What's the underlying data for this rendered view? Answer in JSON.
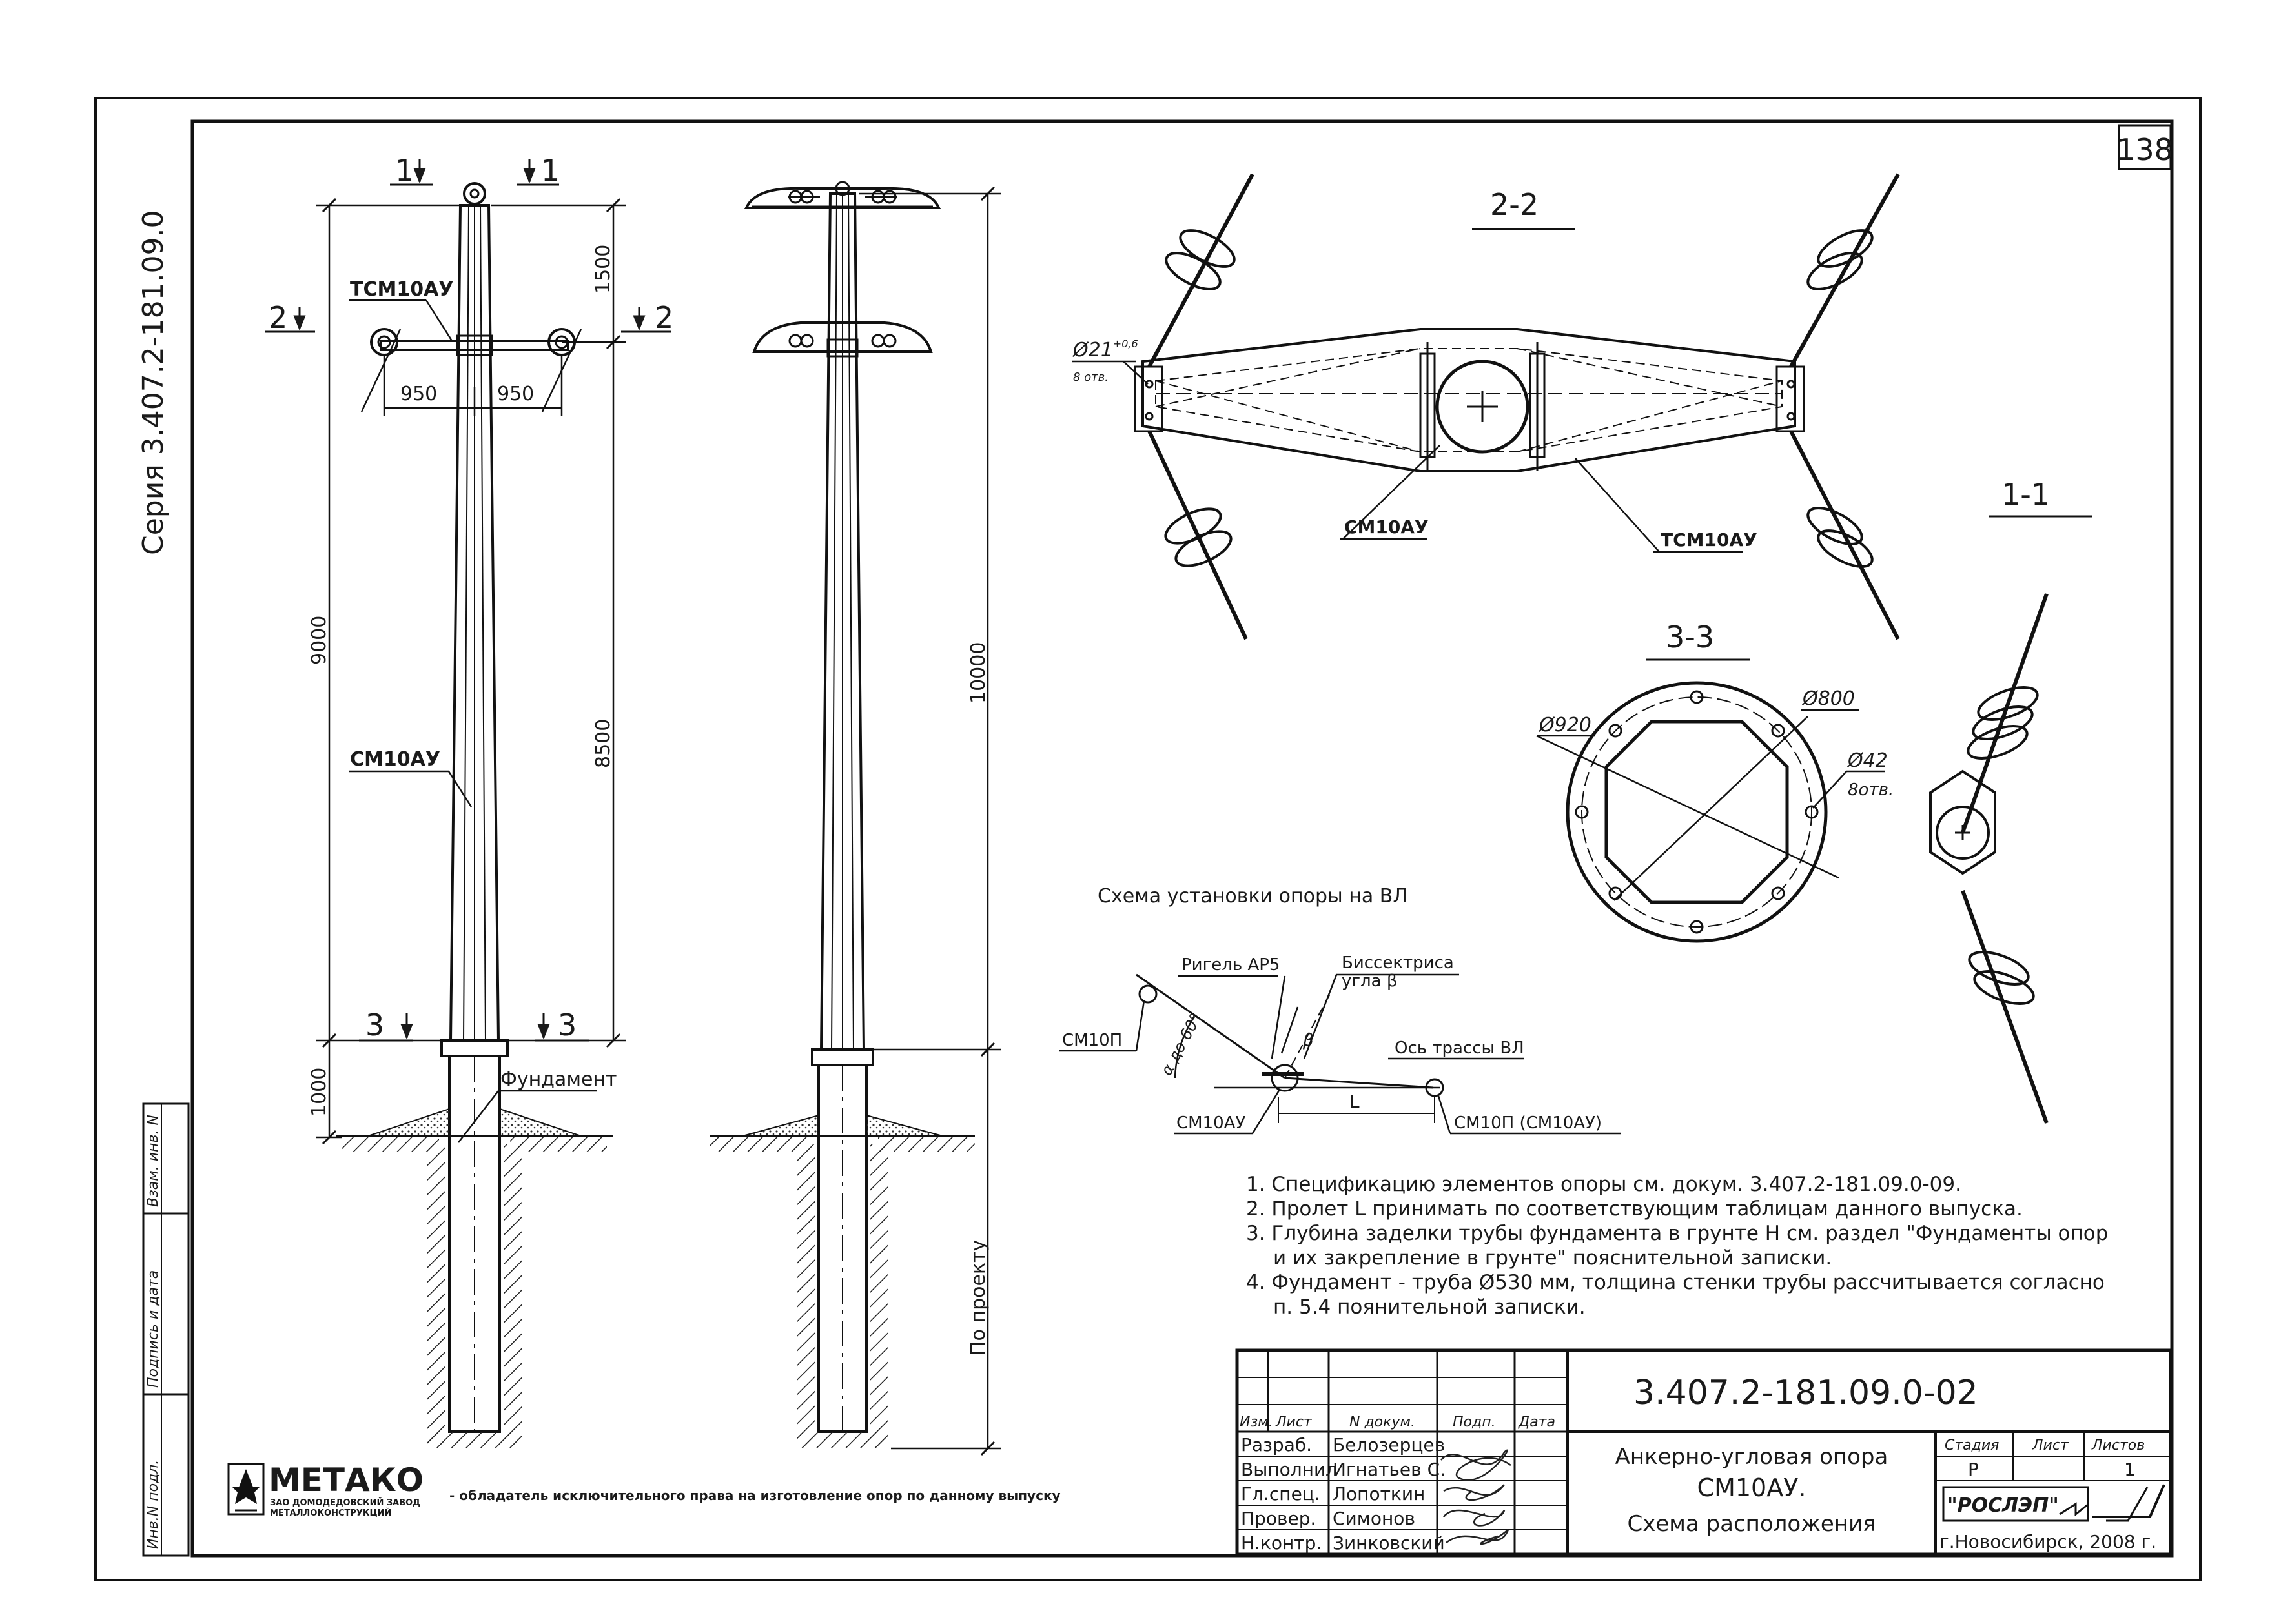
{
  "sheet": {
    "series": "Серия 3.407.2-181.09.0",
    "page_number": "138",
    "side_labels": [
      "Инв.N подл.",
      "Подпись и дата",
      "Взам. инв. N"
    ]
  },
  "views": {
    "section_1": "1",
    "section_2": "2",
    "section_3": "3",
    "traverse_label": "ТСМ10АУ",
    "pole_label": "СМ10АУ",
    "foundation_label": "Фундамент",
    "dim_950": "950",
    "dim_1500": "1500",
    "dim_9000": "9000",
    "dim_8500": "8500",
    "dim_1000": "1000",
    "dim_10000": "10000",
    "by_project": "По проекту",
    "title_22": "2-2",
    "title_11": "1-1",
    "title_33": "3-3",
    "hole_dia": "Ø21",
    "hole_tol": "+0,6",
    "hole_count": "8 отв.",
    "d920": "Ø920",
    "d800": "Ø800",
    "d42": "Ø42",
    "d42_count": "8отв."
  },
  "scheme": {
    "title": "Схема установки опоры на ВЛ",
    "rigel": "Ригель АР5",
    "bisector": "Биссектриса",
    "bisector2": "угла β",
    "axis": "Ось трассы ВЛ",
    "sm10p": "СМ10П",
    "sm10au": "СМ10АУ",
    "sm10p_au": "СМ10П (СМ10АУ)",
    "angle": "α до 60°",
    "beta": "β",
    "span": "L"
  },
  "notes": [
    "1. Спецификацию элементов опоры см. докум.   3.407.2-181.09.0-09.",
    "2. Пролет L принимать по соответствующим таблицам данного выпуска.",
    "3. Глубина заделки трубы фундамента в грунте H см. раздел \"Фундаменты опор",
    "и их закрепление в грунте\" пояснительной записки.",
    "4. Фундамент - труба Ø530 мм, толщина стенки трубы рассчитывается согласно",
    "п. 5.4 поянительной записки."
  ],
  "logo": {
    "name": "МЕТАКО",
    "sub1": "ЗАО ДОМОДЕДОВСКИЙ ЗАВОД",
    "sub2": "МЕТАЛЛОКОНСТРУКЦИЙ",
    "tagline": "- обладатель исключительного права на изготовление опор по данному выпуску"
  },
  "title_block": {
    "doc_code": "3.407.2-181.09.0-02",
    "header": [
      "Изм.",
      "Лист",
      "N докум.",
      "Подп.",
      "Дата"
    ],
    "rows": [
      {
        "role": "Разраб.",
        "name": "Белозерцев"
      },
      {
        "role": "Выполнил",
        "name": "Игнатьев С."
      },
      {
        "role": "Гл.спец.",
        "name": "Лопоткин"
      },
      {
        "role": "Провер.",
        "name": "Симонов"
      },
      {
        "role": "Н.контр.",
        "name": "Зинковский"
      }
    ],
    "title1": "Анкерно-угловая опора",
    "title2": "СМ10АУ.",
    "title3": "Схема расположения",
    "stage_label": "Стадия",
    "sheet_label": "Лист",
    "sheets_label": "Листов",
    "stage": "Р",
    "sheets": "1",
    "org": "\"РОСЛЭП\"",
    "city": "г.Новосибирск, 2008 г."
  }
}
